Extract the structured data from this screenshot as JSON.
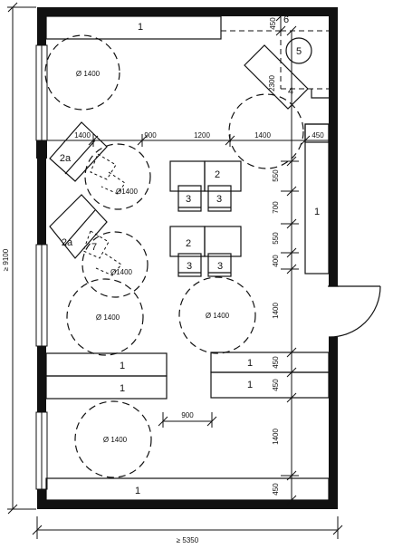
{
  "overall": {
    "height": "≥ 9100",
    "width": "≥ 5350"
  },
  "item_numbers": {
    "top_counter": "1",
    "n4": "4",
    "n5": "5",
    "n6": "6",
    "right_counter": "1",
    "n2a_upper": "2a",
    "n2a_lower": "2a",
    "n7": "7",
    "desk_a_2": "2",
    "desk_a_3l": "3",
    "desk_a_3r": "3",
    "desk_b_2": "2",
    "desk_b_3l": "3",
    "desk_b_3r": "3",
    "left_mid_1a": "1",
    "left_mid_1b": "1",
    "right_mid_1a": "1",
    "right_mid_1b": "1",
    "bottom_counter": "1"
  },
  "circles": {
    "c_top_left": "Ø 1400",
    "c_upper_workspace": "Ø1400",
    "c_lower_workspace": "Ø1400",
    "c_mid_left": "Ø 1400",
    "c_mid_center": "Ø 1400",
    "c_bottom_left": "Ø 1400"
  },
  "dimensions": {
    "top_right_450": "450",
    "d_2300": "2300",
    "h_1400_left": "1400",
    "h_900": "900",
    "h_1200": "1200",
    "h_1400_right": "1400",
    "h_450": "450",
    "v_550_a": "550",
    "v_700": "700",
    "v_550_b": "550",
    "v_400": "400",
    "v_1400_mid": "1400",
    "v_450_a": "450",
    "v_450_b": "450",
    "v_1400_low": "1400",
    "v_450_bottom": "450",
    "bottom_900": "900"
  }
}
